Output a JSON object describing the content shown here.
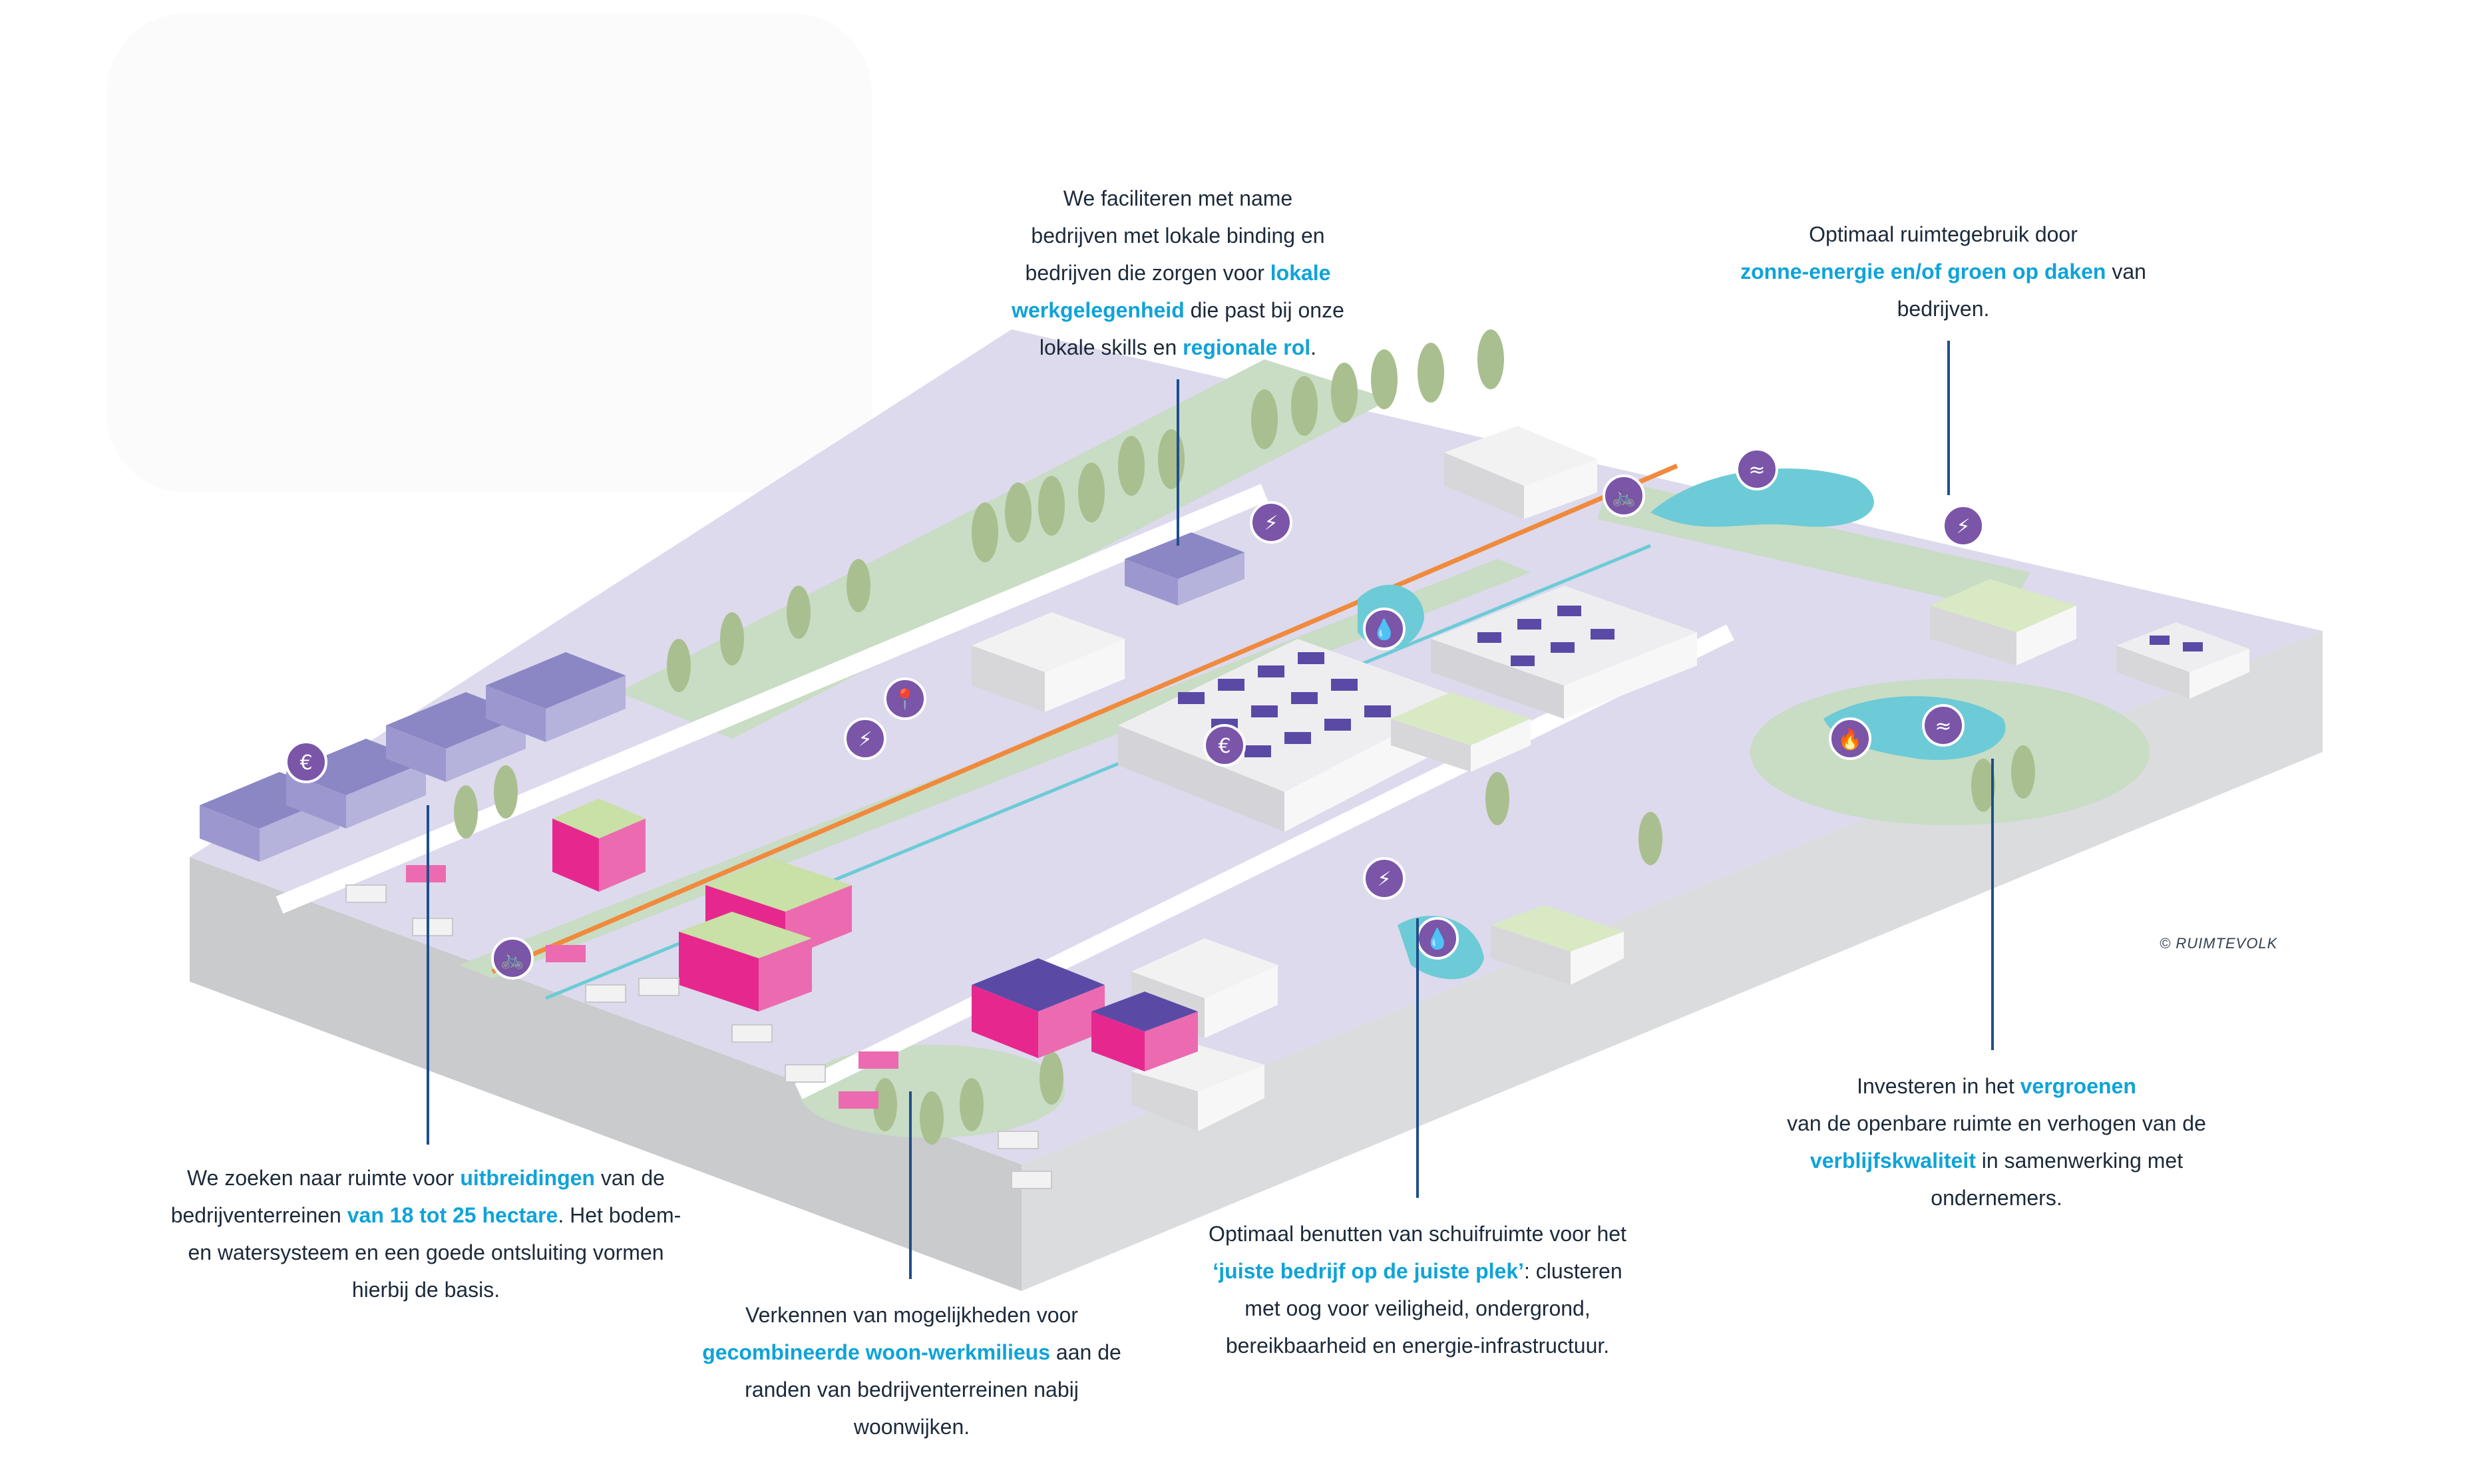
{
  "annotations": [
    {
      "id": "local-business",
      "parts": [
        {
          "text": "We faciliteren met name",
          "hl": false
        },
        {
          "br": true
        },
        {
          "text": "bedrijven met lokale binding en",
          "hl": false
        },
        {
          "br": true
        },
        {
          "text": "bedrijven die zorgen voor ",
          "hl": false
        },
        {
          "text": "lokale",
          "hl": true
        },
        {
          "br": true
        },
        {
          "text": "werkgelegenheid",
          "hl": true
        },
        {
          "text": " die past bij onze",
          "hl": false
        },
        {
          "br": true
        },
        {
          "text": "lokale skills en ",
          "hl": false
        },
        {
          "text": "regionale rol",
          "hl": true
        },
        {
          "text": ".",
          "hl": false
        }
      ]
    },
    {
      "id": "solar-roofs",
      "parts": [
        {
          "text": "Optimaal ruimtegebruik door",
          "hl": false
        },
        {
          "br": true
        },
        {
          "text": "zonne-energie en/of groen op daken",
          "hl": true
        },
        {
          "text": " van",
          "hl": false
        },
        {
          "br": true
        },
        {
          "text": "bedrijven.",
          "hl": false
        }
      ]
    },
    {
      "id": "expansion",
      "parts": [
        {
          "text": "We zoeken naar ruimte voor ",
          "hl": false
        },
        {
          "text": "uitbreidingen",
          "hl": true
        },
        {
          "text": " van de",
          "hl": false
        },
        {
          "br": true
        },
        {
          "text": "bedrijventerreinen ",
          "hl": false
        },
        {
          "text": "van 18 tot 25 hectare",
          "hl": true
        },
        {
          "text": ". Het bodem-",
          "hl": false
        },
        {
          "br": true
        },
        {
          "text": "en watersysteem en een goede ontsluiting  vormen",
          "hl": false
        },
        {
          "br": true
        },
        {
          "text": "hierbij de basis.",
          "hl": false
        }
      ]
    },
    {
      "id": "live-work",
      "parts": [
        {
          "text": "Verkennen van mogelijkheden voor",
          "hl": false
        },
        {
          "br": true
        },
        {
          "text": "gecombineerde woon-werkmilieus",
          "hl": true
        },
        {
          "text": " aan de",
          "hl": false
        },
        {
          "br": true
        },
        {
          "text": "randen van bedrijventerreinen nabij",
          "hl": false
        },
        {
          "br": true
        },
        {
          "text": "woonwijken.",
          "hl": false
        }
      ]
    },
    {
      "id": "right-place",
      "parts": [
        {
          "text": "Optimaal benutten van schuifruimte voor het",
          "hl": false
        },
        {
          "br": true
        },
        {
          "text": "‘juiste bedrijf op de juiste plek’",
          "hl": true
        },
        {
          "text": ": clusteren",
          "hl": false
        },
        {
          "br": true
        },
        {
          "text": "met oog voor veiligheid, ondergrond,",
          "hl": false
        },
        {
          "br": true
        },
        {
          "text": "bereikbaarheid en energie-infrastructuur.",
          "hl": false
        }
      ]
    },
    {
      "id": "greening",
      "parts": [
        {
          "text": "Investeren in het ",
          "hl": false
        },
        {
          "text": "vergroenen",
          "hl": true
        },
        {
          "br": true
        },
        {
          "text": "van de openbare ruimte en verhogen van de",
          "hl": false
        },
        {
          "br": true
        },
        {
          "text": "verblijfskwaliteit",
          "hl": true
        },
        {
          "text": " in samenwerking met",
          "hl": false
        },
        {
          "br": true
        },
        {
          "text": "ondernemers.",
          "hl": false
        }
      ]
    }
  ],
  "credit": "© RUIMTEVOLK",
  "icons": [
    {
      "name": "euro-icon",
      "glyph": "€"
    },
    {
      "name": "euro-icon",
      "glyph": "€"
    },
    {
      "name": "lightning-icon",
      "glyph": "⚡"
    },
    {
      "name": "lightning-icon",
      "glyph": "⚡"
    },
    {
      "name": "lightning-icon",
      "glyph": "⚡"
    },
    {
      "name": "lightning-icon",
      "glyph": "⚡"
    },
    {
      "name": "water-drop-icon",
      "glyph": "💧"
    },
    {
      "name": "water-drop-icon",
      "glyph": "💧"
    },
    {
      "name": "water-waves-icon",
      "glyph": "≈"
    },
    {
      "name": "water-waves-icon",
      "glyph": "≈"
    },
    {
      "name": "bicycle-icon",
      "glyph": "🚲"
    },
    {
      "name": "bicycle-icon",
      "glyph": "🚲"
    },
    {
      "name": "fire-icon",
      "glyph": "🔥"
    },
    {
      "name": "location-pin-icon",
      "glyph": "📍"
    }
  ],
  "colors": {
    "accent_text": "#0fa3d8",
    "body_text": "#1c2a3a",
    "leader_line": "#1f4e8c",
    "icon_badge": "#7a55a8",
    "ground": "#dcdaec",
    "grass": "#c9dcc4",
    "water": "#6ccbd6",
    "road_orange": "#f08a3c",
    "mixed_use_pink": "#e6288e",
    "solar_panel": "#5a4aa6"
  }
}
